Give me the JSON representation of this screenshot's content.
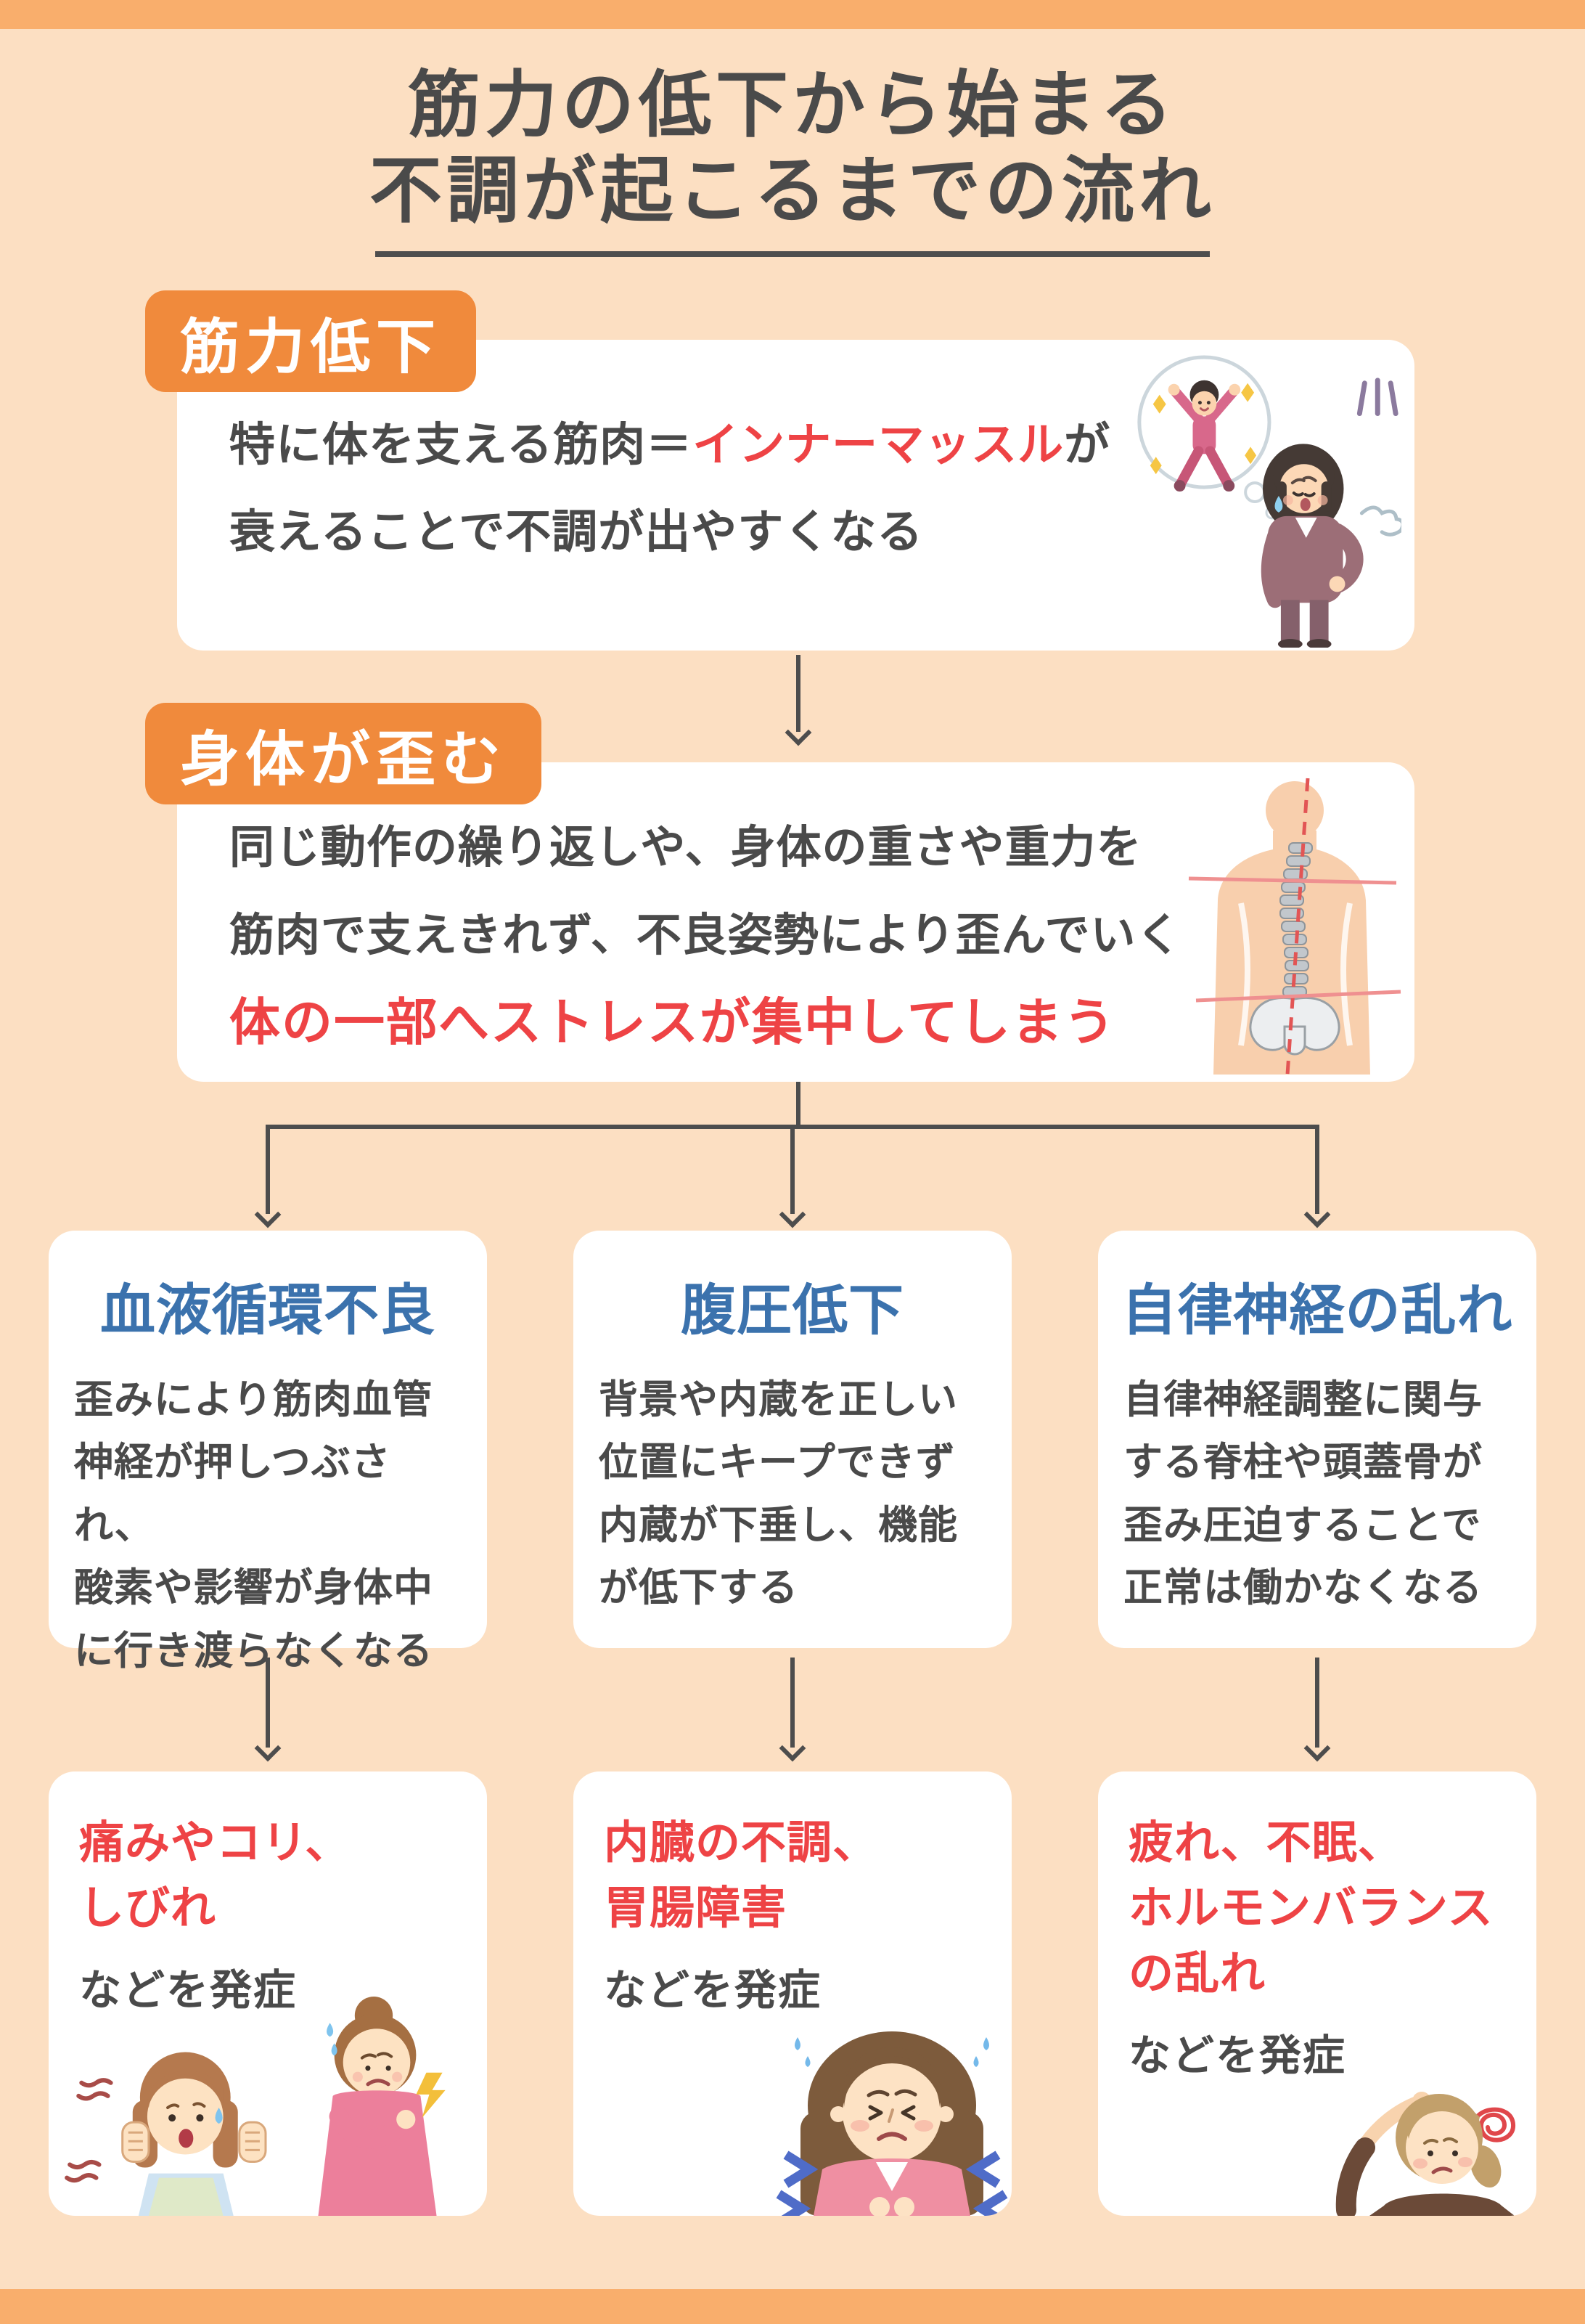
{
  "page": {
    "title": {
      "line1": "筋力の低下から始まる",
      "line2": "不調が起こるまでの流れ"
    }
  },
  "flow": {
    "step1": {
      "badge": "筋力低下",
      "text_prefix": "特に体を支える筋肉＝",
      "text_highlight": "インナーマッスル",
      "text_suffix": "が",
      "text_line2": "衰えることで不調が出やすくなる",
      "illustration": "tired-woman-with-energetic-thought-bubble"
    },
    "step2": {
      "badge": "身体が歪む",
      "text": "同じ動作の繰り返しや、身体の重さや重力を\n筋肉で支えきれず、不良姿勢により歪んでいく",
      "text_red": "体の一部へストレスが集中してしまう",
      "illustration": "back-view-spine-distortion-diagram"
    },
    "branches": [
      {
        "title": "血液循環不良",
        "body": "歪みにより筋肉血管\n神経が押しつぶされ、\n酸素や影響が身体中\nに行き渡らなくなる",
        "result": {
          "highlight": "痛みやコリ、\nしびれ",
          "suffix": "などを発症",
          "illustration": "two-women-chills-and-shoulder-pain"
        }
      },
      {
        "title": "腹圧低下",
        "body": "背景や内蔵を正しい\n位置にキープできず\n内蔵が下垂し、機能\nが低下する",
        "result": {
          "highlight": "内臓の不調、\n胃腸障害",
          "suffix": "などを発症",
          "illustration": "woman-holding-stomach-ache"
        }
      },
      {
        "title": "自律神経の乱れ",
        "body": "自律神経調整に関与\nする脊柱や頭蓋骨が\n歪み圧迫することで\n正常は働かなくなる",
        "result": {
          "highlight": "疲れ、不眠、\nホルモンバランス\nの乱れ",
          "suffix": "などを発症",
          "illustration": "confused-woman-scratching-head"
        }
      }
    ]
  },
  "colors": {
    "background": "#fcdfc2",
    "band": "#f9ae6c",
    "badge": "#f08a3c",
    "card": "#ffffff",
    "text_dark": "#4a4a4a",
    "accent_red": "#ee4345",
    "heading_blue": "#3b72ad",
    "arrow": "#4d4d4d"
  }
}
